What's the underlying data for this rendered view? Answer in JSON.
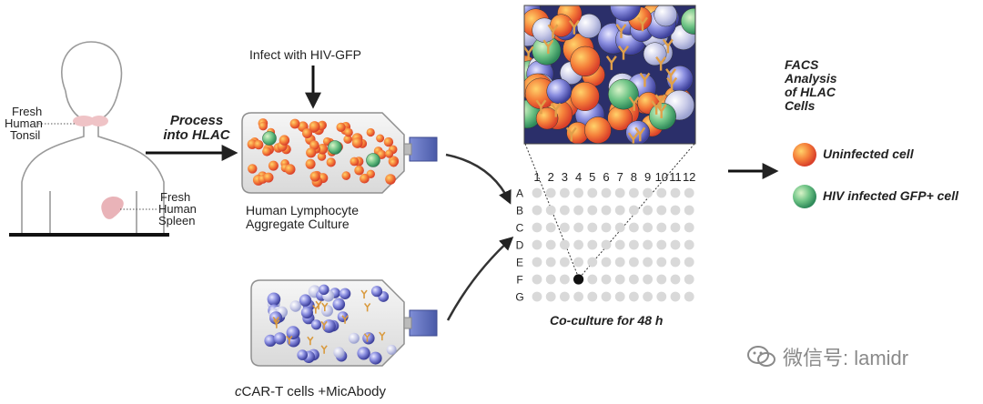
{
  "labels": {
    "tonsil": [
      "Fresh",
      "Human",
      "Tonsil"
    ],
    "spleen": [
      "Fresh",
      "Human",
      "Spleen"
    ],
    "process": [
      "Process",
      "into HLAC"
    ],
    "infect": "Infect with HIV-GFP",
    "hlac": [
      "Human Lymphocyte",
      "Aggregate Culture"
    ],
    "car_prefix": "c",
    "car_rest": "CAR-T cells +MicAbody",
    "coculture": "Co-culture for 48 h",
    "facs": [
      "FACS",
      "Analysis",
      "of HLAC",
      "Cells"
    ],
    "legend_uninfected": "Uninfected cell",
    "legend_infected": "HIV infected GFP+ cell"
  },
  "plate": {
    "columns": [
      "1",
      "2",
      "3",
      "4",
      "5",
      "6",
      "7",
      "8",
      "9",
      "10",
      "11",
      "12"
    ],
    "rows": [
      "A",
      "B",
      "C",
      "D",
      "E",
      "F",
      "G"
    ],
    "selected_well": "F4"
  },
  "watermark": "微信号: lamidr",
  "colors": {
    "uninfected": "#f07a3a",
    "infected": "#5dbb74",
    "car_t": "#6a6fc2",
    "antibody": "#e0a04a",
    "well": "#d9d9d9"
  }
}
